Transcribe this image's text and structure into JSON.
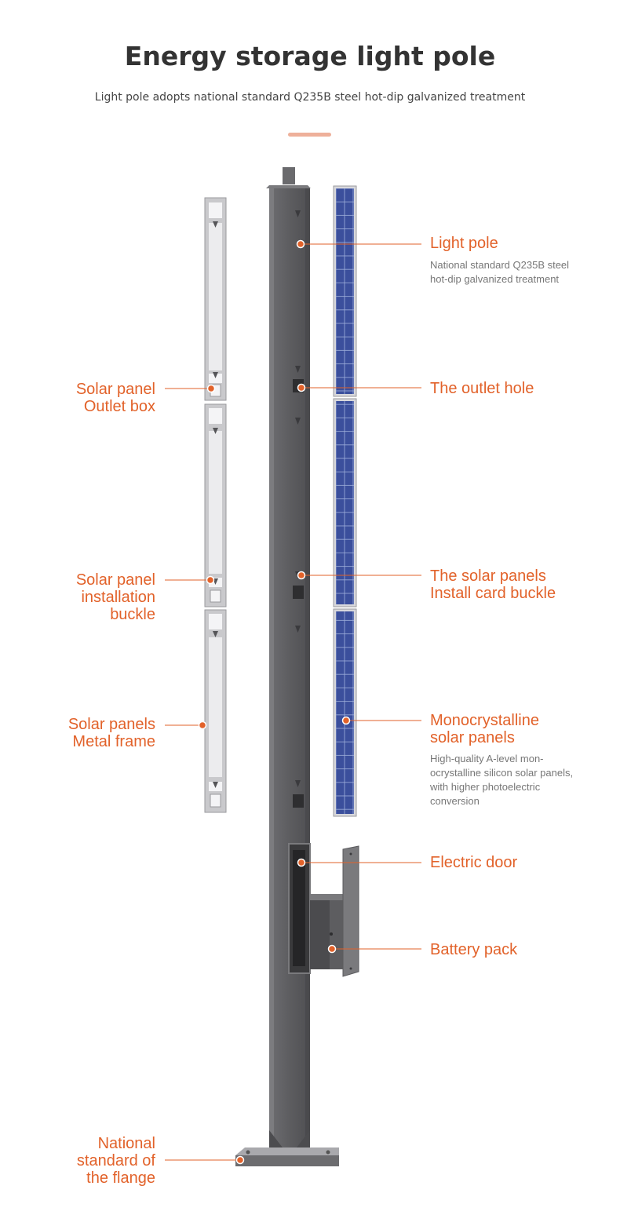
{
  "header": {
    "title": "Energy storage light pole",
    "subtitle": "Light pole adopts national standard Q235B steel hot-dip galvanized treatment"
  },
  "colors": {
    "accent": "#e2622a",
    "accent_bar": "#eeb09a",
    "pole": "#5f5f62",
    "pole_light": "#747477",
    "panel_blue": "#3b4f9c",
    "frame_grey": "#c9c9cc"
  },
  "callouts": {
    "light_pole": {
      "title": "Light pole",
      "desc": "National standard Q235B steel hot-dip galvanized treatment"
    },
    "outlet_hole": {
      "title": "The outlet hole"
    },
    "card_buckle": {
      "title": "The solar panels\nInstall card buckle"
    },
    "mono_panels": {
      "title": "Monocrystalline\nsolar panels",
      "desc": "High-quality A-level mon-ocrystalline silicon solar panels, with higher photoelectric conversion"
    },
    "electric_door": {
      "title": "Electric door"
    },
    "battery_pack": {
      "title": "Battery pack"
    },
    "outlet_box": {
      "title": "Solar panel\nOutlet box"
    },
    "install_buckle": {
      "title": "Solar panel\ninstallation\nbuckle"
    },
    "metal_frame": {
      "title": "Solar panels\nMetal frame"
    },
    "flange": {
      "title": "National\nstandard of\nthe flange"
    }
  }
}
